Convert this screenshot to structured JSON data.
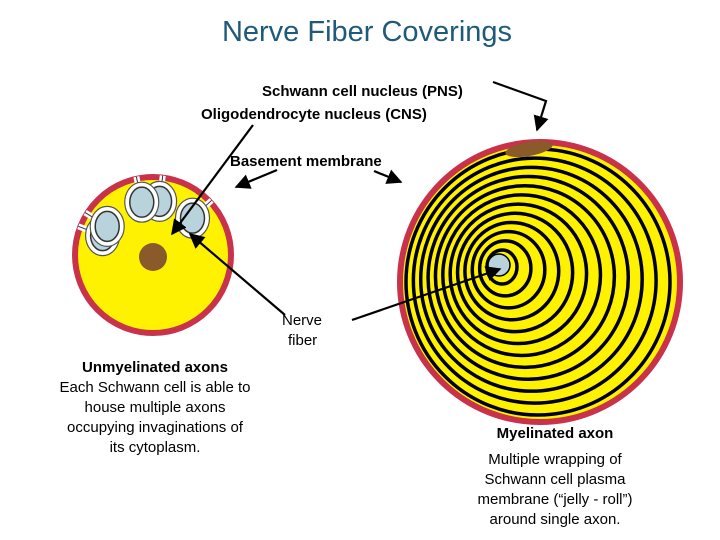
{
  "title": "Nerve Fiber Coverings",
  "labels": {
    "schwann_nucleus": "Schwann cell nucleus (PNS)",
    "oligodendrocyte_nucleus": "Oligodendrocyte nucleus (CNS)",
    "basement_membrane": "Basement membrane",
    "nerve_fiber_line1": "Nerve",
    "nerve_fiber_line2": "fiber"
  },
  "unmyelinated": {
    "heading": "Unmyelinated axons",
    "lines": [
      "Each Schwann cell is able to",
      "house multiple axons",
      "occupying invaginations of",
      "its cytoplasm."
    ]
  },
  "myelinated": {
    "heading": "Myelinated axon",
    "lines": [
      "Multiple wrapping of",
      "Schwann cell plasma",
      "membrane (“jelly - roll”)",
      "around single axon."
    ]
  },
  "colors": {
    "title": "#1f5a78",
    "cytoplasm": "#fff200",
    "membrane": "#c8324b",
    "axon": "#b9d3dc",
    "nucleus": "#8b5a2b"
  }
}
